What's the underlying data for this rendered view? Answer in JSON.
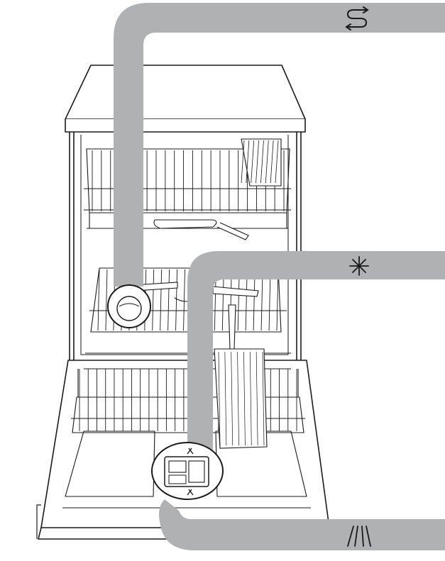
{
  "diagram": {
    "callouts": [
      {
        "id": "salt",
        "icon": "salt-symbol-icon",
        "glyph": "S",
        "target": "salt-container-cap"
      },
      {
        "id": "rinse-aid",
        "icon": "rinse-aid-symbol-icon",
        "glyph": "✳",
        "target": "detergent-dispenser"
      },
      {
        "id": "detergent",
        "icon": "detergent-symbol-icon",
        "glyph": "///",
        "target": "detergent-dispenser"
      }
    ],
    "colors": {
      "callout_band": "#b0b1b3",
      "line": "#1a1a1a",
      "background": "#ffffff"
    }
  }
}
